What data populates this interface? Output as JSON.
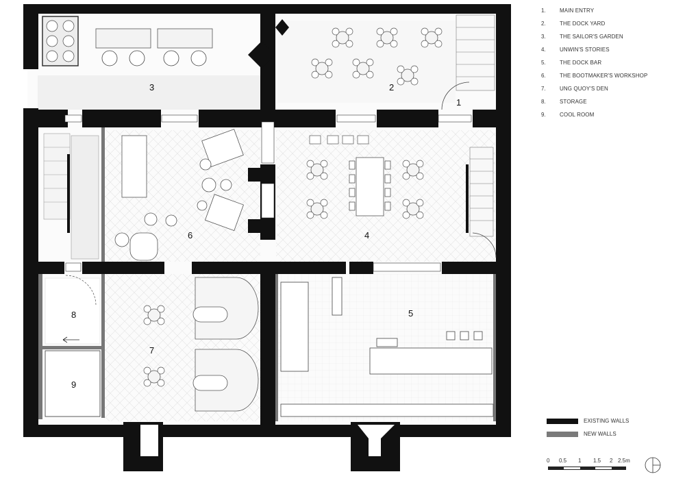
{
  "rooms": [
    {
      "number": "1",
      "name": "MAIN ENTRY"
    },
    {
      "number": "2",
      "name": "THE DOCK YARD"
    },
    {
      "number": "3",
      "name": "THE SAILOR'S GARDEN"
    },
    {
      "number": "4",
      "name": "UNWIN'S STORIES"
    },
    {
      "number": "5",
      "name": "THE DOCK BAR"
    },
    {
      "number": "6",
      "name": "THE BOOTMAKER'S WORKSHOP"
    },
    {
      "number": "7",
      "name": "UNG QUOY'S DEN"
    },
    {
      "number": "8",
      "name": "STORAGE"
    },
    {
      "number": "9",
      "name": "COOL ROOM"
    }
  ],
  "legend_rooms": [
    {
      "num": "1.",
      "name": "MAIN ENTRY"
    },
    {
      "num": "2.",
      "name": "THE DOCK YARD"
    },
    {
      "num": "3.",
      "name": "THE SAILOR'S GARDEN"
    },
    {
      "num": "4.",
      "name": "UNWIN'S STORIES"
    },
    {
      "num": "5.",
      "name": "THE DOCK BAR"
    },
    {
      "num": "6.",
      "name": "THE BOOTMAKER'S WORKSHOP"
    },
    {
      "num": "7.",
      "name": "UNG QUOY'S DEN"
    },
    {
      "num": "8.",
      "name": "STORAGE"
    },
    {
      "num": "9.",
      "name": "COOL ROOM"
    }
  ],
  "wall_key": {
    "existing": "EXISTING WALLS",
    "new": "NEW WALLS",
    "existing_color": "#111111",
    "new_color": "#7a7a7a"
  },
  "scale_bar": {
    "labels": [
      "0",
      "0.5",
      "1",
      "1.5",
      "2",
      "2.5m"
    ]
  },
  "north_arrow": "north-arrow-icon"
}
